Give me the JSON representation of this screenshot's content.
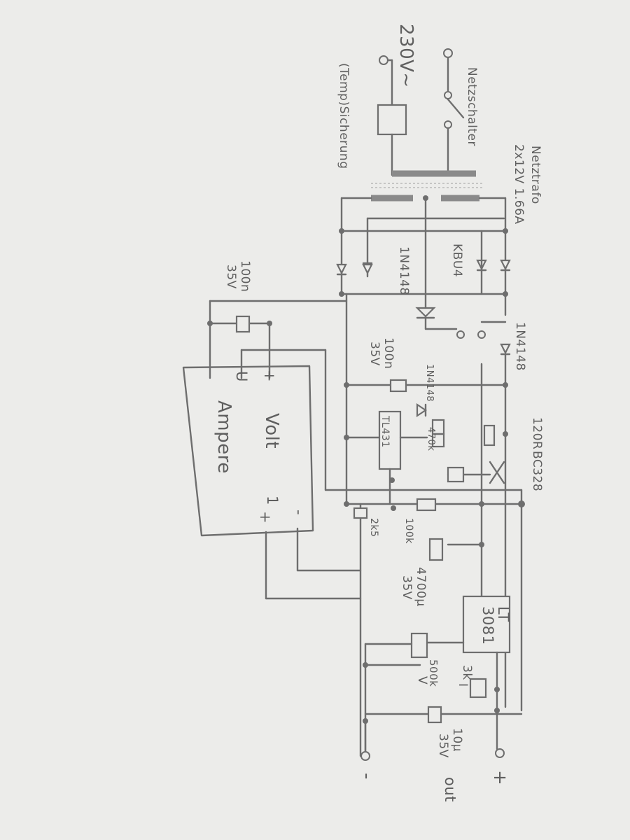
{
  "mains": {
    "voltage": "230V~",
    "fuse": "(Temp)Sicherung",
    "switch": "Netzschalter"
  },
  "transformer": {
    "name": "Netztrafo",
    "rating": "2x12V 1.66A"
  },
  "parts": {
    "bridge": "KBU4",
    "diode_top": "1N4148",
    "diode_mid": "1N4148",
    "diode_small": "1N4148",
    "cap_100n_a": "100n",
    "cap_100n_a_v": "35V",
    "cap_100n_b": "100n",
    "cap_100n_b_v": "35V",
    "res_120r": "120R",
    "transistor": "BC328",
    "ref": "TL431",
    "res_470k": "470k",
    "res_100k": "100k",
    "res_2k5": "2k5",
    "cap_4700u": "4700µ",
    "cap_4700u_v": "35V",
    "regulator_a": "LT",
    "regulator_b": "3081",
    "pot_500k": "500k",
    "pot_500k_sym": "V",
    "pot_3k": "3k",
    "pot_3k_sym": "I",
    "cap_10u": "10µ",
    "cap_10u_v": "35V"
  },
  "meter": {
    "ampere": "Ampere",
    "volt": "Volt",
    "plus_a": "+",
    "u": "U",
    "plus_b": "+",
    "minus": "-",
    "one": "1"
  },
  "output": {
    "plus": "+",
    "minus": "-",
    "label": "out"
  }
}
